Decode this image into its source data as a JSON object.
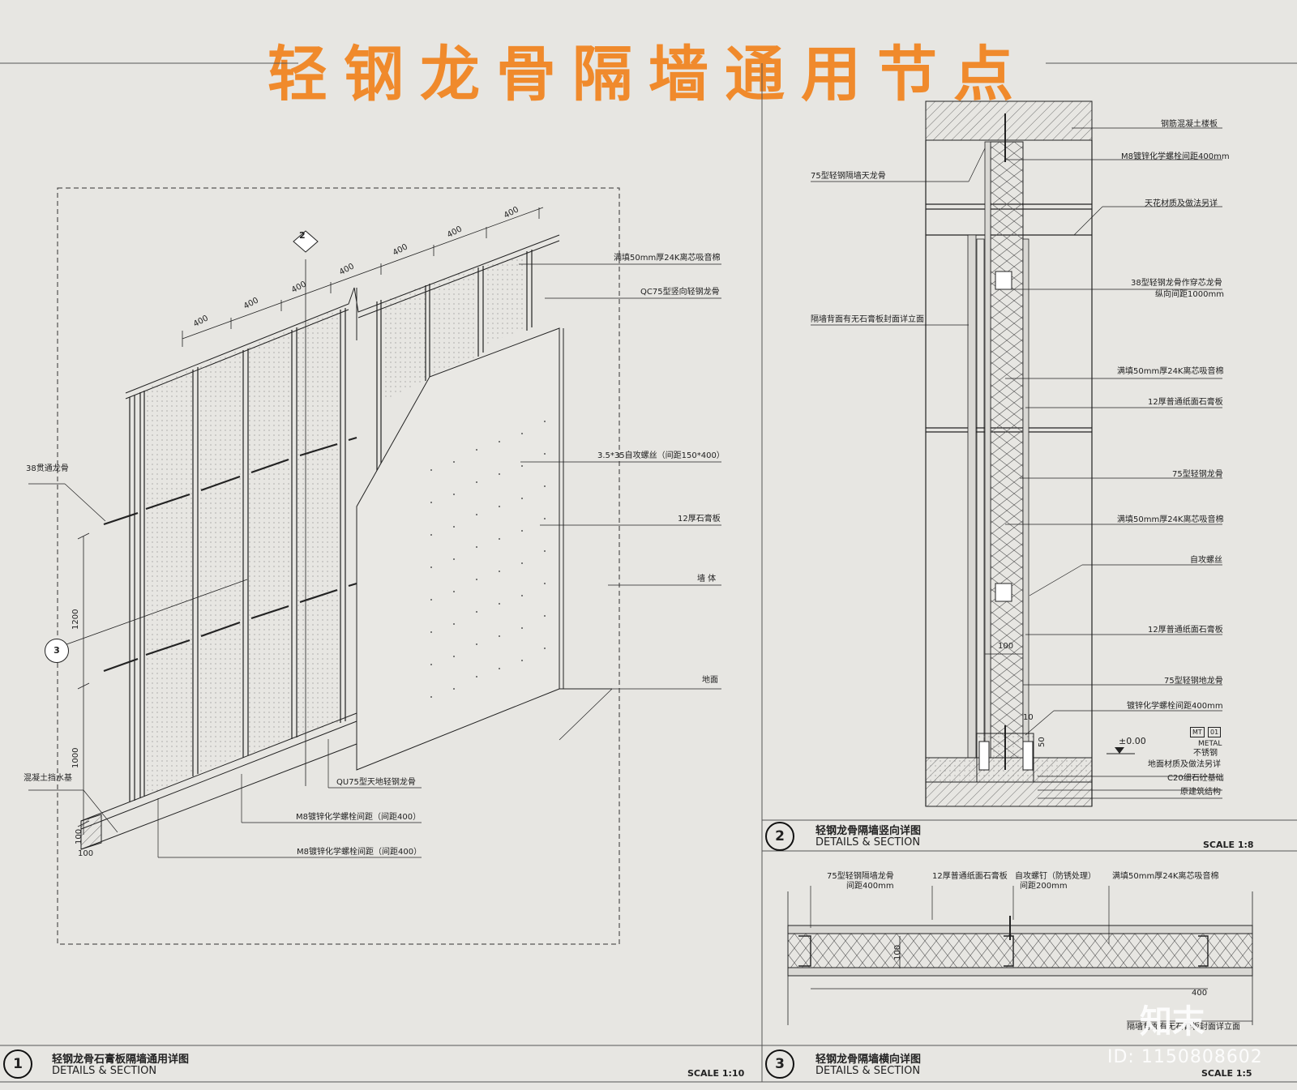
{
  "title": "轻钢龙骨隔墙通用节点",
  "detail1": {
    "number": "1",
    "title": "轻钢龙骨石膏板隔墙通用详图",
    "subtitle": "DETAILS & SECTION",
    "scale": "SCALE  1:10",
    "section_marker_2": "2",
    "section_marker_3": "3",
    "dims": [
      "400",
      "400",
      "400",
      "400",
      "400",
      "400",
      "400"
    ],
    "dim_1200": "1200",
    "dim_1000": "1000",
    "dim_100a": "100",
    "dim_100b": "100",
    "labels": {
      "fill_wool": "满填50mm厚24K离芯吸音棉",
      "qc75_stud": "QC75型竖向轻钢龙骨",
      "screws": "3.5*35自攻螺丝（间距150*400）",
      "gypsum12": "12厚石膏板",
      "wall": "墙 体",
      "floor": "地面",
      "keel38": "38贯通龙骨",
      "curb": "混凝土挡水基",
      "qu75_track": "QU75型天地轻钢龙骨",
      "bolt1": "M8镀锌化学螺栓间距（间距400）",
      "bolt2": "M8镀锌化学螺栓间距（间距400）"
    }
  },
  "detail2": {
    "number": "2",
    "title": "轻钢龙骨隔墙竖向详图",
    "subtitle": "DETAILS & SECTION",
    "scale": "SCALE  1:8",
    "dim_100": "100",
    "dim_10": "10",
    "dim_50": "50",
    "level": "±0.00",
    "mt_code": "MT",
    "mt_num": "01",
    "metal": "METAL",
    "stainless": "不锈钢",
    "labels": {
      "slab": "钢筋混凝土楼板",
      "m8_top": "M8镀锌化学螺栓间距400mm",
      "ceiling_track": "75型轻钢隔墙天龙骨",
      "ceiling": "天花材质及做法另详",
      "keel38a": "38型轻钢龙骨作穿芯龙骨",
      "keel38b": "纵向间距1000mm",
      "back_face": "隔墙背面有无石膏板封面详立面",
      "wool1": "满填50mm厚24K离芯吸音棉",
      "board1": "12厚普通纸面石膏板",
      "stud75": "75型轻钢龙骨",
      "wool2": "满填50mm厚24K离芯吸音棉",
      "screw": "自攻螺丝",
      "board2": "12厚普通纸面石膏板",
      "floor_track": "75型轻钢地龙骨",
      "bolt_floor": "镀锌化学螺栓间距400mm",
      "floor_finish": "地面材质及做法另详",
      "c20": "C20细石砼基础",
      "structure": "原建筑结构"
    }
  },
  "detail3": {
    "number": "3",
    "title": "轻钢龙骨隔墙横向详图",
    "subtitle": "DETAILS & SECTION",
    "scale": "SCALE  1:5",
    "dim_100": "100",
    "dim_400": "400",
    "labels": {
      "stud_a": "75型轻钢隔墙龙骨",
      "stud_b": "间距400mm",
      "board": "12厚普通纸面石膏板",
      "screw_a": "自攻螺钉（防锈处理）",
      "screw_b": "间距200mm",
      "wool": "满填50mm厚24K离芯吸音棉",
      "bottom": "隔墙背面有无石膏板封面详立面"
    }
  },
  "watermark": {
    "id": "ID: 1150808602",
    "logo": "知末"
  }
}
